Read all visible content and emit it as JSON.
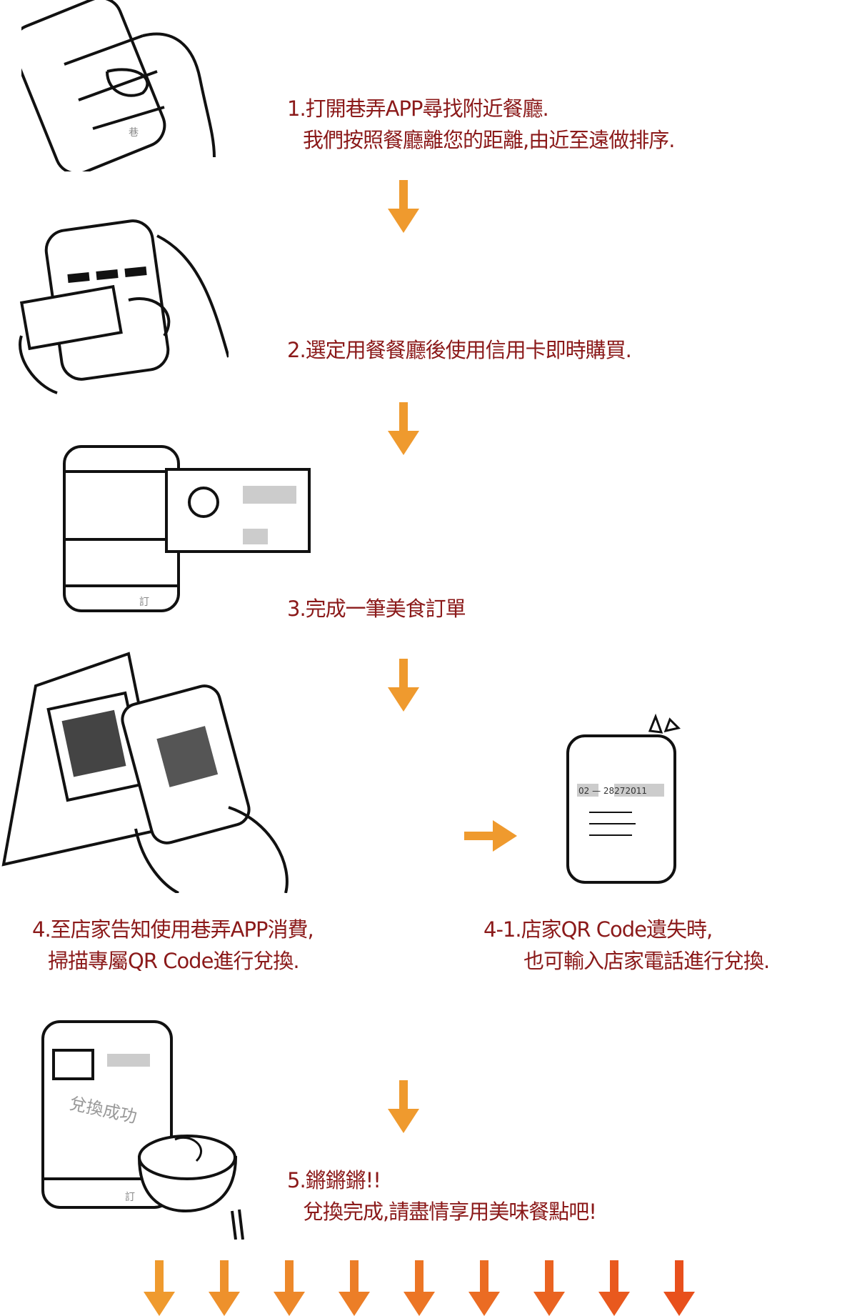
{
  "steps": [
    {
      "line1": "1.打開巷弄APP尋找附近餐廳.",
      "line2": "我們按照餐廳離您的距離,由近至遠做排序."
    },
    {
      "line1": "2.選定用餐餐廳後使用信用卡即時購買."
    },
    {
      "line1": "3.完成一筆美食訂單"
    },
    {
      "line1": "4.至店家告知使用巷弄APP消費,",
      "line2": "掃描專屬QR Code進行兌換."
    },
    {
      "line1": "4-1.店家QR Code遺失時,",
      "line2": "也可輸入店家電話進行兌換."
    },
    {
      "line1": "5.鏘鏘鏘!!",
      "line2": "兌換完成,請盡情享用美味餐點吧!"
    }
  ],
  "illustrations": {
    "phone_tab_label": "巷",
    "order_tab_label": "訂",
    "phone_number": "02 — 28272011",
    "success_label": "兌換成功"
  },
  "colors": {
    "text": "#8b1a1a",
    "arrow": "#ef9a2e",
    "arrow_end": "#e8501c"
  }
}
